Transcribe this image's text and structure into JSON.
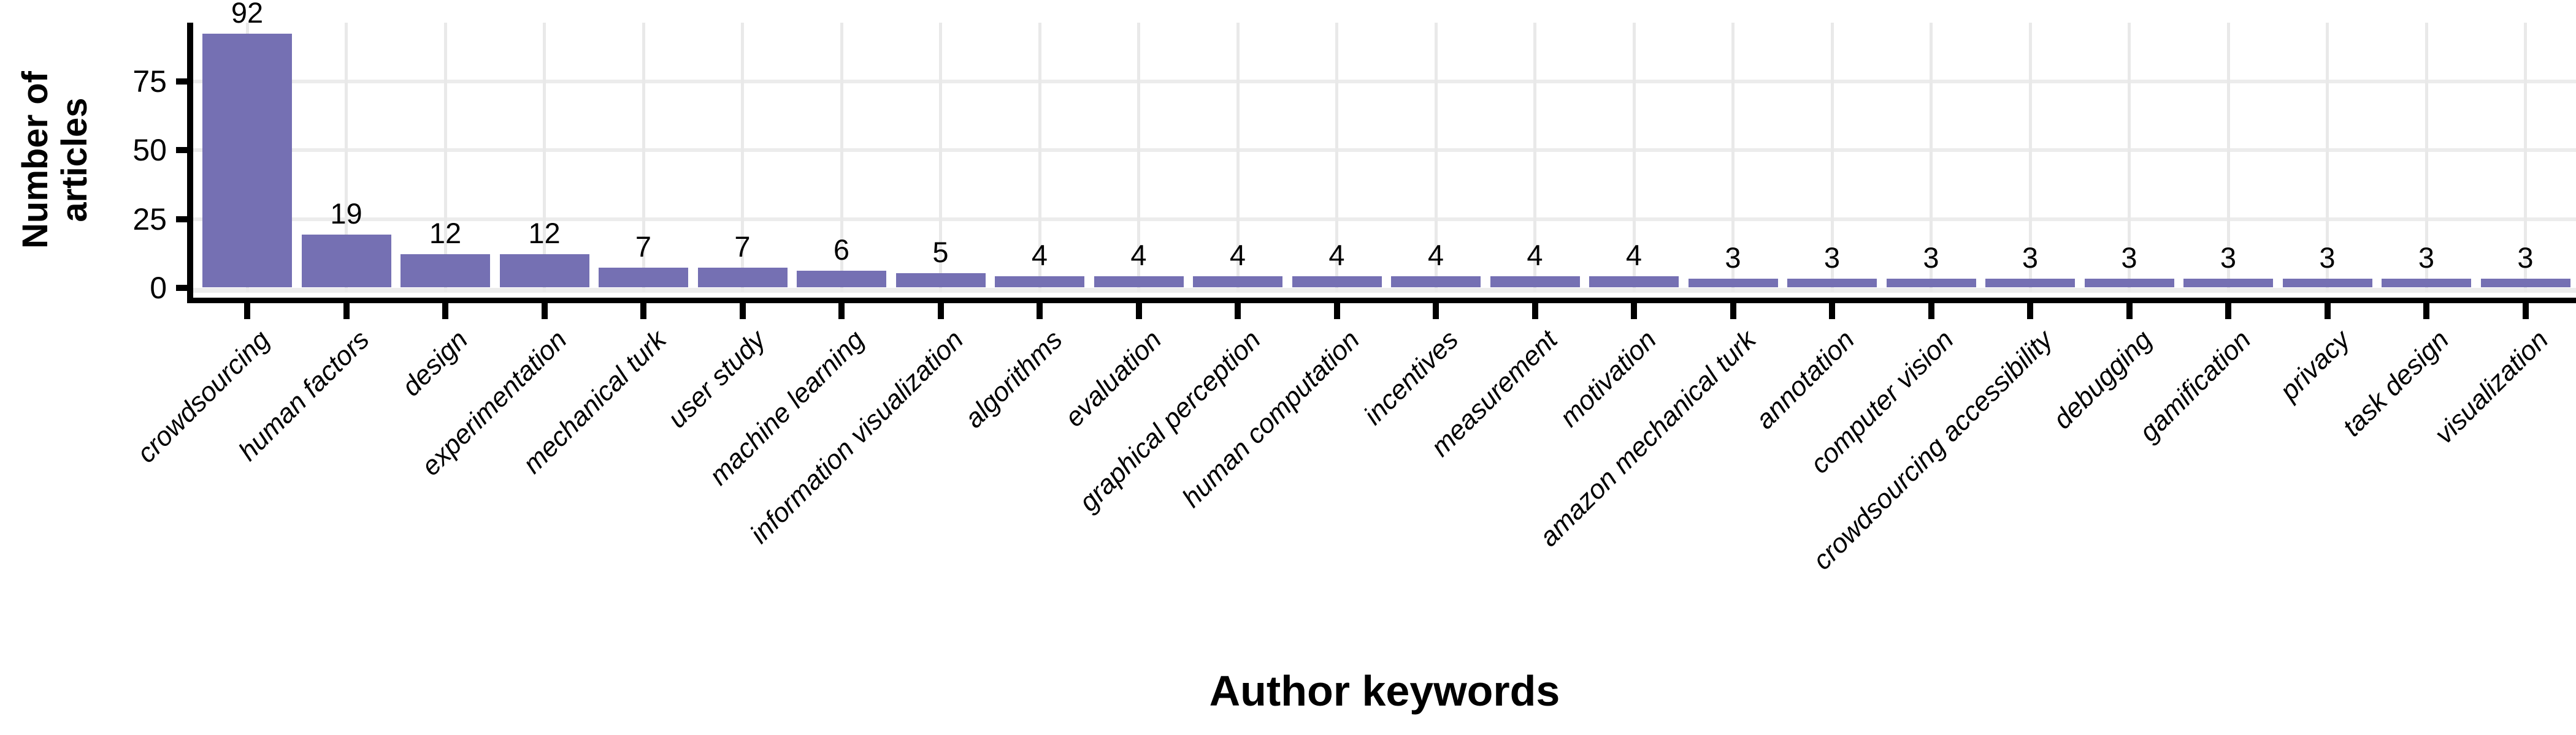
{
  "chart_data": {
    "type": "bar",
    "title": "",
    "xlabel": "Author keywords",
    "ylabel": "Number of articles",
    "ylabel_lines": [
      "Number of",
      "articles"
    ],
    "categories": [
      "crowdsourcing",
      "human factors",
      "design",
      "experimentation",
      "mechanical turk",
      "user study",
      "machine learning",
      "information visualization",
      "algorithms",
      "evaluation",
      "graphical perception",
      "human computation",
      "incentives",
      "measurement",
      "motivation",
      "amazon mechanical turk",
      "annotation",
      "computer vision",
      "crowdsourcing accessibility",
      "debugging",
      "gamification",
      "privacy",
      "task design",
      "visualization"
    ],
    "values": [
      92,
      19,
      12,
      12,
      7,
      7,
      6,
      5,
      4,
      4,
      4,
      4,
      4,
      4,
      4,
      3,
      3,
      3,
      3,
      3,
      3,
      3,
      3,
      3
    ],
    "bar_labels": true,
    "yticks": [
      0,
      25,
      50,
      75
    ],
    "ylim": [
      0,
      100
    ],
    "grid": true,
    "legend": false,
    "colors": {
      "bar_fill": "#7570b3",
      "gridline": "#e9e9e9",
      "axis": "#000000",
      "text": "#000000",
      "background": "#ffffff"
    }
  }
}
